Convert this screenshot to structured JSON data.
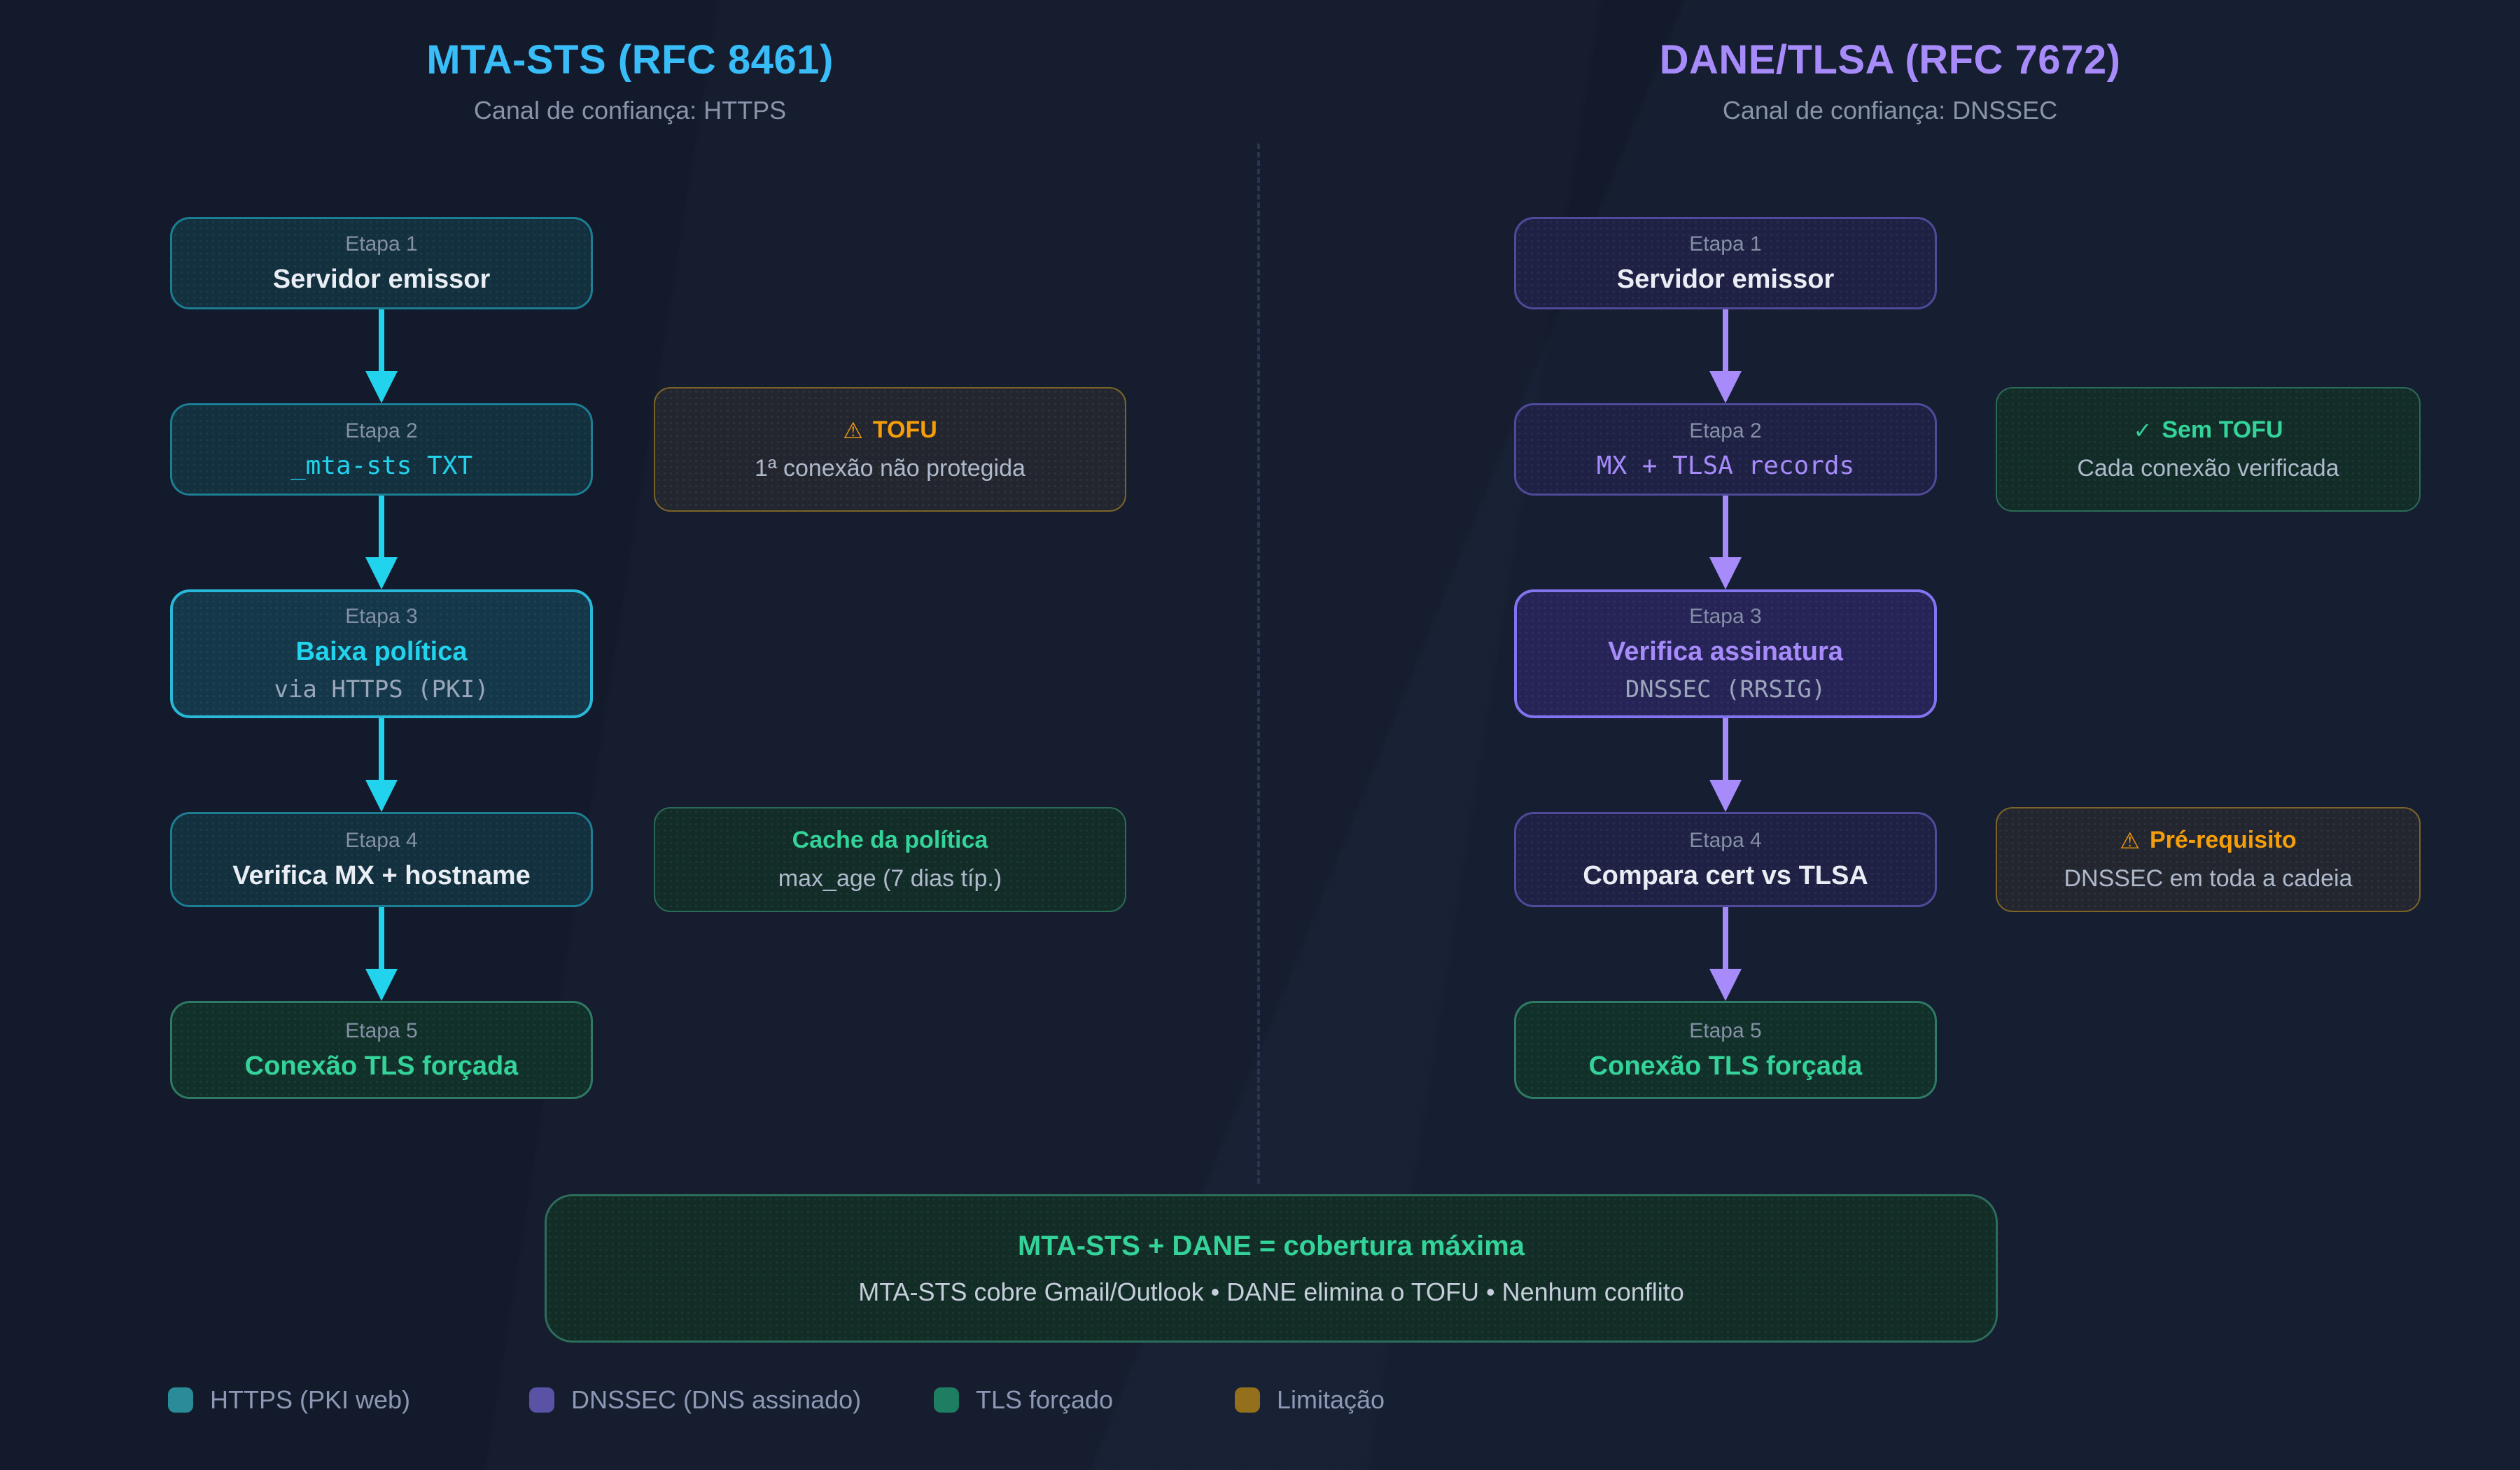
{
  "columns": {
    "left": {
      "title": "MTA-STS (RFC 8461)",
      "subtitle": "Canal de confiança: HTTPS",
      "accent_color": "#38bdf8",
      "arrow_color": "#22d3ee",
      "steps": [
        {
          "label": "Etapa 1",
          "title": "Servidor emissor"
        },
        {
          "label": "Etapa 2",
          "title": "_mta-sts TXT"
        },
        {
          "label": "Etapa 3",
          "title": "Baixa política",
          "sub": "via HTTPS (PKI)"
        },
        {
          "label": "Etapa 4",
          "title": "Verifica MX + hostname"
        },
        {
          "label": "Etapa 5",
          "title": "Conexão TLS forçada"
        }
      ],
      "notes": [
        {
          "icon": "⚠",
          "title": "TOFU",
          "text": "1ª conexão não protegida",
          "theme": "amber"
        },
        {
          "title": "Cache da política",
          "text": "max_age (7 dias típ.)",
          "theme": "green"
        }
      ]
    },
    "right": {
      "title": "DANE/TLSA (RFC 7672)",
      "subtitle": "Canal de confiança: DNSSEC",
      "accent_color": "#a78bfa",
      "arrow_color": "#a78bfa",
      "steps": [
        {
          "label": "Etapa 1",
          "title": "Servidor emissor"
        },
        {
          "label": "Etapa 2",
          "title": "MX + TLSA records"
        },
        {
          "label": "Etapa 3",
          "title": "Verifica assinatura",
          "sub": "DNSSEC (RRSIG)"
        },
        {
          "label": "Etapa 4",
          "title": "Compara cert vs TLSA"
        },
        {
          "label": "Etapa 5",
          "title": "Conexão TLS forçada"
        }
      ],
      "notes": [
        {
          "icon": "✓",
          "title": "Sem TOFU",
          "text": "Cada conexão verificada",
          "theme": "green"
        },
        {
          "icon": "⚠",
          "title": "Pré-requisito",
          "text": "DNSSEC em toda a cadeia",
          "theme": "amber"
        }
      ]
    }
  },
  "summary": {
    "title": "MTA-STS + DANE = cobertura máxima",
    "text": "MTA-STS cobre Gmail/Outlook • DANE elimina o TOFU • Nenhum conflito"
  },
  "legend": {
    "items": [
      {
        "label": "HTTPS (PKI web)",
        "color": "#2a8c99"
      },
      {
        "label": "DNSSEC (DNS assinado)",
        "color": "#5a52a5"
      },
      {
        "label": "TLS forçado",
        "color": "#1f7d62"
      },
      {
        "label": "Limitação",
        "color": "#94701d"
      }
    ]
  },
  "colors": {
    "background": "#131a2b",
    "green_accent": "#34d399",
    "amber_accent": "#f59e0b",
    "divider": "#2b3454"
  }
}
